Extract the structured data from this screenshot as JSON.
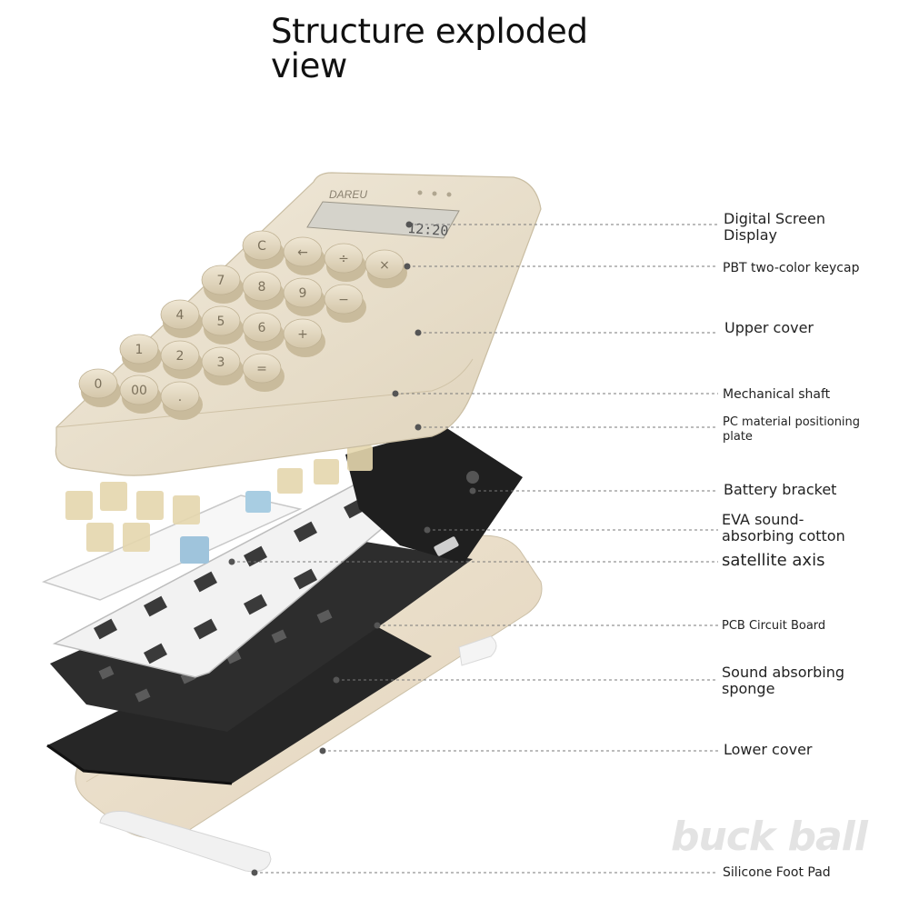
{
  "title": {
    "line1": "Structure exploded",
    "line2": "view"
  },
  "brand": "DAREU",
  "display_readout": "12:20",
  "keys": [
    "C",
    "←",
    "÷",
    "×",
    "7",
    "8",
    "9",
    "−",
    "4",
    "5",
    "6",
    "+",
    "1",
    "2",
    "3",
    "=",
    "0",
    "00",
    "."
  ],
  "labels": {
    "digital_screen_line1": "Digital Screen",
    "digital_screen_line2": "Display",
    "keycap": "PBT two-color keycap",
    "upper_cover": "Upper cover",
    "mech_shaft": "Mechanical shaft",
    "pc_plate_line1": "PC material positioning",
    "pc_plate_line2": "plate",
    "battery_bracket": "Battery bracket",
    "eva_line1": "EVA sound-",
    "eva_line2": "absorbing cotton",
    "satellite_axis": "satellite axis",
    "pcb": "PCB Circuit Board",
    "sponge_line1": "Sound absorbing",
    "sponge_line2": "sponge",
    "lower_cover": "Lower cover",
    "foot_pad": "Silicone Foot Pad"
  },
  "watermark": "buck ball",
  "colors": {
    "shell": "#ece3d1",
    "keycap": "#e6dcc4",
    "plate": "#ececec",
    "pcb": "#2a2a2a",
    "leader": "#777777"
  }
}
